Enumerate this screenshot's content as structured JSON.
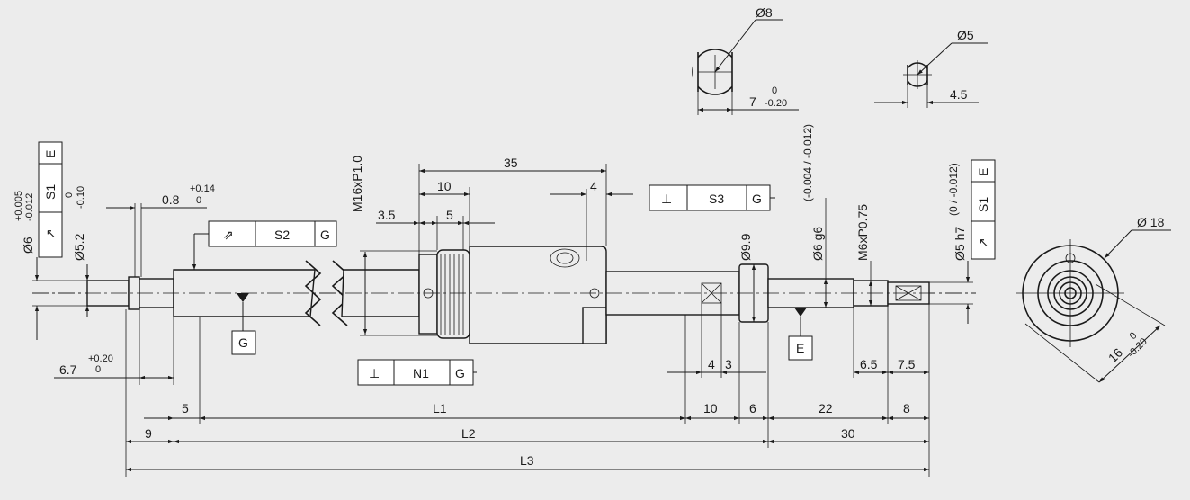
{
  "dims": {
    "d8": "Ø8",
    "d5": "Ø5",
    "w7": "7",
    "w7_up": "0",
    "w7_lo": "-0.20",
    "w45": "4.5",
    "d6": "Ø6",
    "d6_up": "+0.005",
    "d6_lo": "-0.012",
    "d52": "Ø5.2",
    "d52_up": "0",
    "d52_lo": "-0.10",
    "g08": "0.8",
    "g08_up": "+0.14",
    "g08_lo": "0",
    "thread1": "M16xP1.0",
    "d35": "35",
    "d10a": "10",
    "d4a": "4",
    "d35b": "3.5",
    "d5a": "5",
    "d99": "Ø9.9",
    "d6g6": "Ø6 g6",
    "d6g6_tol": "(-0.004 / -0.012)",
    "thread2": "M6xP0.75",
    "d5h7": "Ø5 h7",
    "d5h7_tol": "(0 / -0.012)",
    "d18": "Ø 18",
    "d16": "16",
    "d16_up": "0",
    "d16_lo": "-0.20",
    "d67": "6.7",
    "d67_up": "+0.20",
    "d67_lo": "0",
    "d4b": "4",
    "d3": "3",
    "d65": "6.5",
    "d75": "7.5",
    "d5b": "5",
    "L1": "L1",
    "d10b": "10",
    "d6b": "6",
    "d22": "22",
    "d8b": "8",
    "d9": "9",
    "L2": "L2",
    "d30": "30",
    "L3": "L3"
  },
  "frames": {
    "s1_left": {
      "sym": "↗",
      "label": "S1",
      "datum": "E"
    },
    "s2": {
      "sym": "⇗",
      "label": "S2",
      "datum": "G"
    },
    "s3": {
      "sym": "⊥",
      "label": "S3",
      "datum": "G"
    },
    "n1": {
      "sym": "⊥",
      "label": "N1",
      "datum": "G"
    },
    "s1_right": {
      "sym": "↗",
      "label": "S1",
      "datum": "E"
    }
  },
  "datums": {
    "g": "G",
    "e": "E"
  },
  "colors": {
    "background": "#ececec",
    "line": "#1a1a1a",
    "frame_fill": "#ffffff"
  }
}
